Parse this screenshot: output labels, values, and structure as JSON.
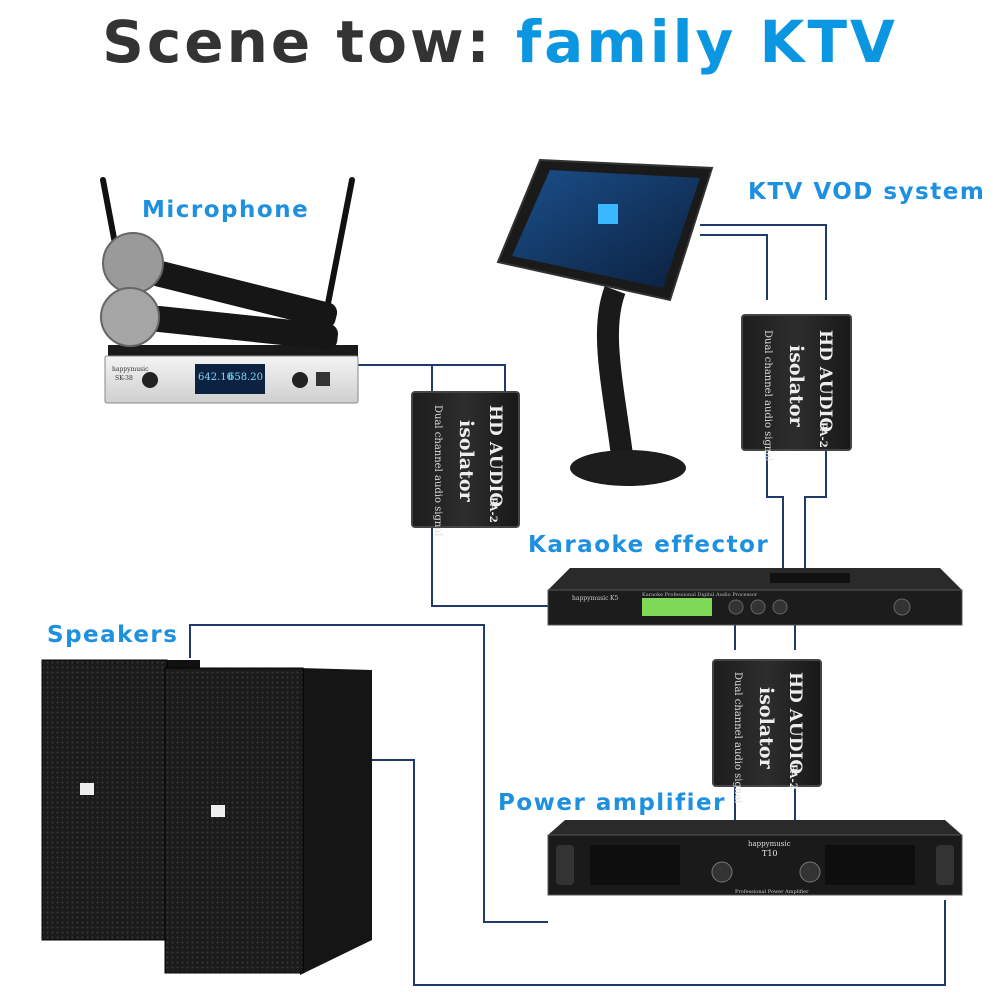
{
  "title": {
    "prefix": "Scene tow:",
    "highlight": "family KTV"
  },
  "labels": {
    "microphone": "Microphone",
    "vod": "KTV VOD system",
    "effector": "Karaoke effector",
    "speakers": "Speakers",
    "amplifier": "Power amplifier"
  },
  "isolator": {
    "line1": "HD AUDIO",
    "model": "PA-2",
    "line2": "isolator",
    "line3": "Dual channel audio signal"
  },
  "devices": {
    "mic_brand": "happymusic",
    "mic_model": "SK-38",
    "mic_freq1": "642.10",
    "mic_freq2": "658.20",
    "effector_brand": "happymusic",
    "effector_model": "K5",
    "effector_desc": "Karaoke Professional Digital Audio Processor",
    "amp_brand": "happymusic",
    "amp_model": "T10",
    "amp_desc": "Professional Power Amplifier"
  },
  "colors": {
    "accent": "#0a96e0",
    "wire": "#1f3a6b",
    "device": "#222222"
  }
}
